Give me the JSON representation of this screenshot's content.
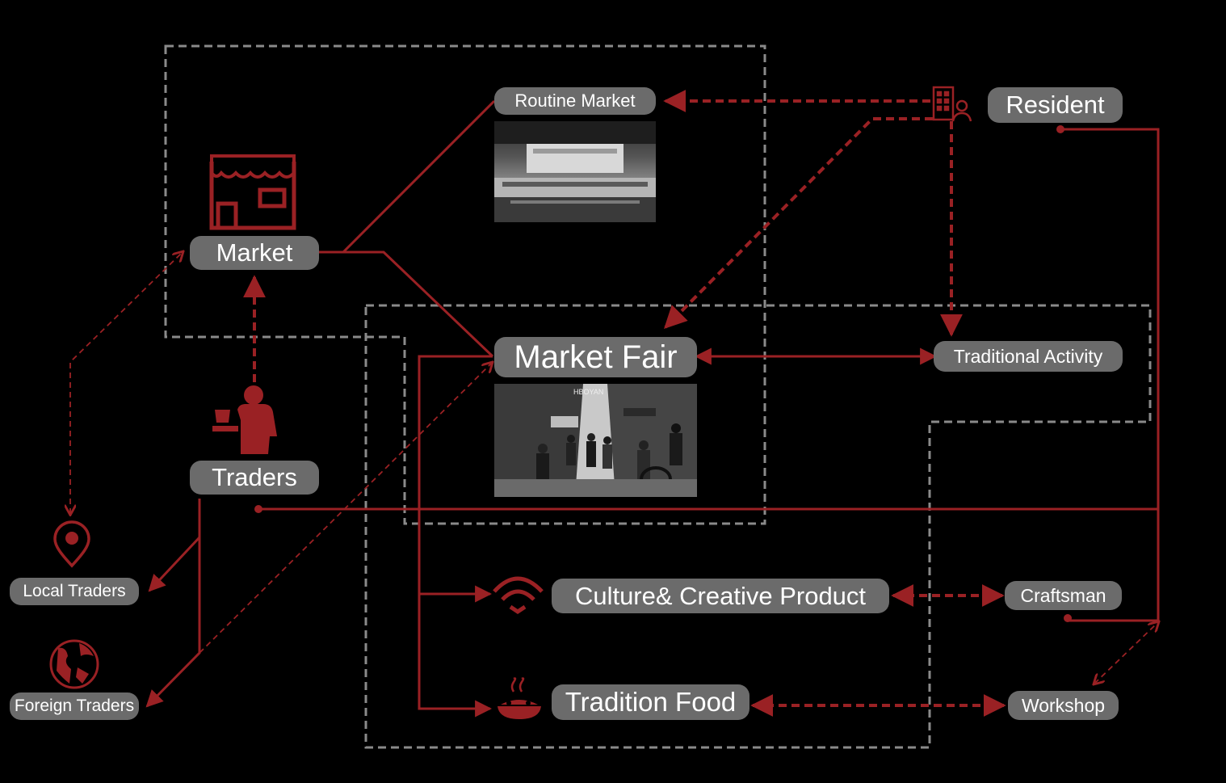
{
  "colors": {
    "background": "#000000",
    "accent": "#9a2124",
    "pill": "#6b6b6b",
    "pill_text": "#ffffff",
    "dashed_box": "#8a8a8a"
  },
  "nodes": {
    "market": "Market",
    "traders": "Traders",
    "local_traders": "Local Traders",
    "foreign_traders": "Foreign Traders",
    "routine_market": "Routine Market",
    "market_fair": "Market Fair",
    "resident": "Resident",
    "traditional_activity": "Traditional Activity",
    "culture_creative": "Culture& Creative Product",
    "craftsman": "Craftsman",
    "tradition_food": "Tradition Food",
    "workshop": "Workshop"
  },
  "photos": {
    "market_fair_sign": "HBOYAN"
  },
  "icons": [
    "market-stall-icon",
    "trader-person-icon",
    "location-pin-icon",
    "globe-icon",
    "resident-building-icon",
    "fan-craft-icon",
    "food-bowl-icon"
  ]
}
